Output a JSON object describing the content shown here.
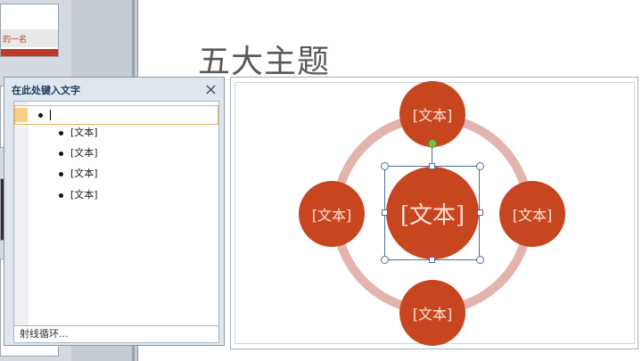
{
  "slide": {
    "title": "五大主题"
  },
  "thumbnail_text": "的一名",
  "text_pane": {
    "title": "在此处键入文字",
    "items": [
      "[文本]",
      "[文本]",
      "[文本]",
      "[文本]"
    ],
    "footer": "射线循环..."
  },
  "smartart": {
    "center": "[文本]",
    "nodes": {
      "top": "[文本]",
      "left": "[文本]",
      "right": "[文本]",
      "bottom": "[文本]"
    }
  },
  "colors": {
    "node": "#c8461f",
    "ring": "#e3b4ae",
    "selection": "#4a6f9a"
  },
  "icons": {
    "close": "close-icon",
    "rotate": "rotate-handle-icon"
  }
}
